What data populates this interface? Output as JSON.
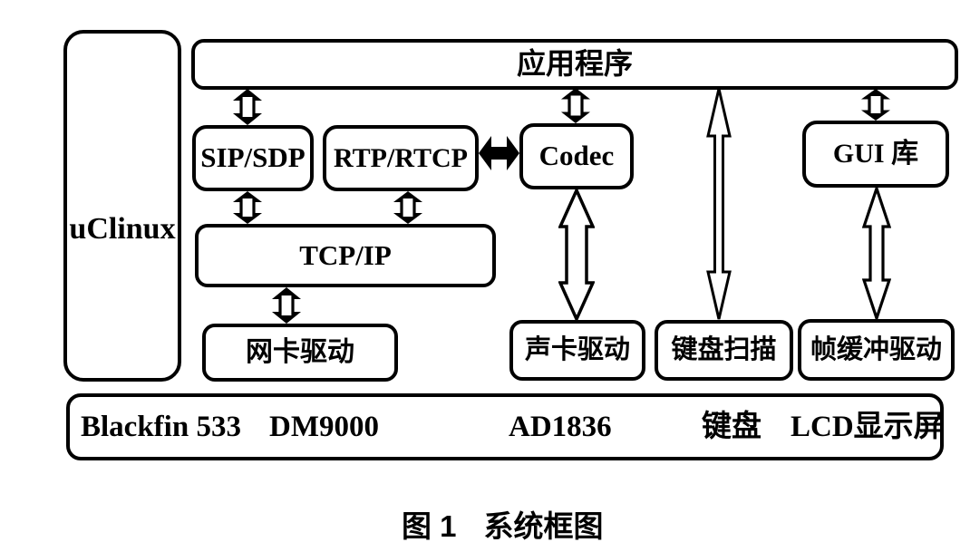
{
  "os": {
    "label": "uClinux"
  },
  "app_layer": {
    "label": "应用程序"
  },
  "middleware": {
    "sip_sdp": "SIP/SDP",
    "rtp_rtcp": "RTP/RTCP",
    "codec": "Codec",
    "gui_lib": "GUI 库",
    "tcp_ip": "TCP/IP"
  },
  "drivers": {
    "nic": "网卡驱动",
    "sound": "声卡驱动",
    "keyboard_scan": "键盘扫描",
    "framebuffer": "帧缓冲驱动"
  },
  "hardware": {
    "items": [
      "Blackfin 533",
      "DM9000",
      "AD1836",
      "键盘",
      "LCD显示屏"
    ]
  },
  "caption": {
    "figure": "图 1",
    "title": "系统框图"
  },
  "colors": {
    "line": "#000000",
    "background": "#ffffff"
  }
}
